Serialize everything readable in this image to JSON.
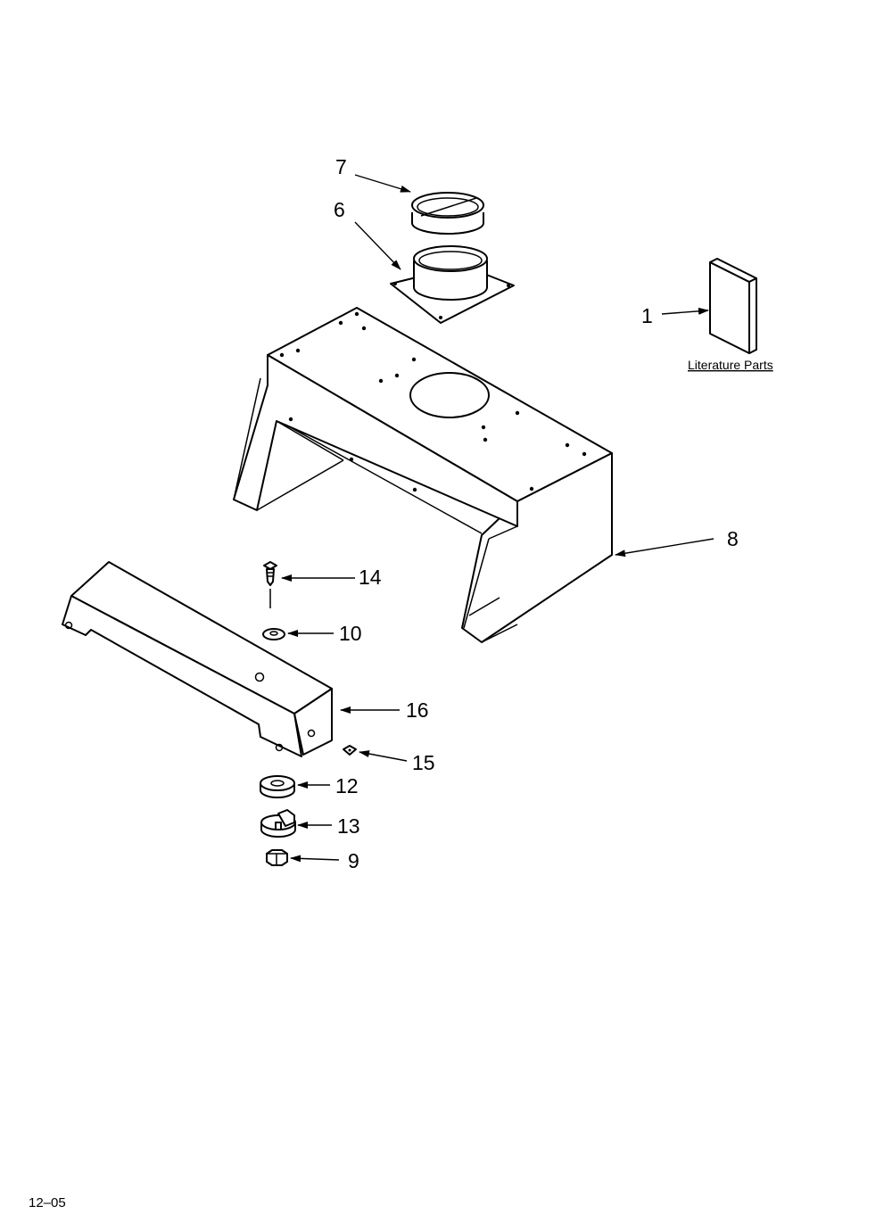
{
  "callouts": {
    "c1": "1",
    "c6": "6",
    "c7": "7",
    "c8": "8",
    "c9": "9",
    "c10": "10",
    "c12": "12",
    "c13": "13",
    "c14": "14",
    "c15": "15",
    "c16": "16"
  },
  "literature_label": "Literature Parts",
  "footer_code": "12–05"
}
